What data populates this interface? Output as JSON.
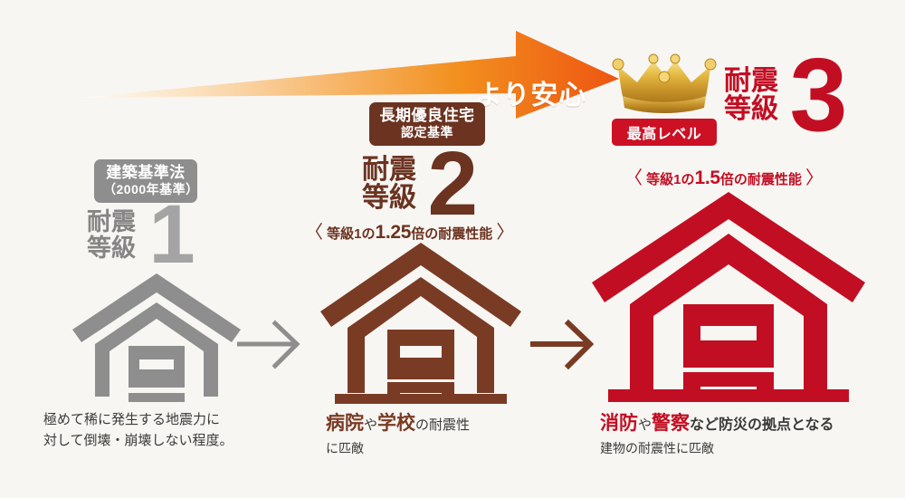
{
  "banner": {
    "arrow_label": "より安心",
    "arrow_color_start": "#ffffff",
    "arrow_color_end": "#ee5a11"
  },
  "background_color": "#f7f6f3",
  "levels": [
    {
      "id": "level1",
      "badge_line1": "建築基準法",
      "badge_line2": "（2000年基準）",
      "badge_color": "#8e8e8e",
      "rank_label_line1": "耐震",
      "rank_label_line2": "等級",
      "rank_number": "1",
      "ratio_text": "",
      "house_color": "#8e8e8e",
      "caption_line1": "極めて稀に発生する地震力に",
      "caption_line2": "対して倒壊・崩壊しない程度。",
      "accent_color": "#8e8e8e"
    },
    {
      "id": "level2",
      "badge_line1": "長期優良住宅",
      "badge_line2": "認定基準",
      "badge_color": "#6b3320",
      "rank_label_line1": "耐震",
      "rank_label_line2": "等級",
      "rank_number": "2",
      "ratio_bracket_open": "〈",
      "ratio_bracket_close": "〉",
      "ratio_prefix": "等級1の",
      "ratio_value": "1.25",
      "ratio_suffix": "倍の耐震性能",
      "house_color": "#7a3b24",
      "caption_hl1": "病院",
      "caption_mid": "や",
      "caption_hl2": "学校",
      "caption_tail": "の耐震性",
      "caption_line2": "に匹敵",
      "accent_color": "#7a3b24"
    },
    {
      "id": "level3",
      "top_badge": "最高レベル",
      "top_badge_color": "#cc1125",
      "crown_label": "crown-icon",
      "rank_label_line1": "耐震",
      "rank_label_line2": "等級",
      "rank_number": "3",
      "ratio_bracket_open": "〈",
      "ratio_bracket_close": "〉",
      "ratio_prefix": "等級1の",
      "ratio_value": "1.5",
      "ratio_suffix": "倍の耐震性能",
      "house_color": "#c20e23",
      "caption_hl1": "消防",
      "caption_mid": "や",
      "caption_hl2": "警察",
      "caption_tail": "など防災の拠点となる",
      "caption_line2": "建物の耐震性に匹敵",
      "accent_color": "#c20e23"
    }
  ],
  "connectors": [
    {
      "id": "connector-1-2",
      "color": "#8e8e8e"
    },
    {
      "id": "connector-2-3",
      "color": "#7a3b24"
    }
  ]
}
